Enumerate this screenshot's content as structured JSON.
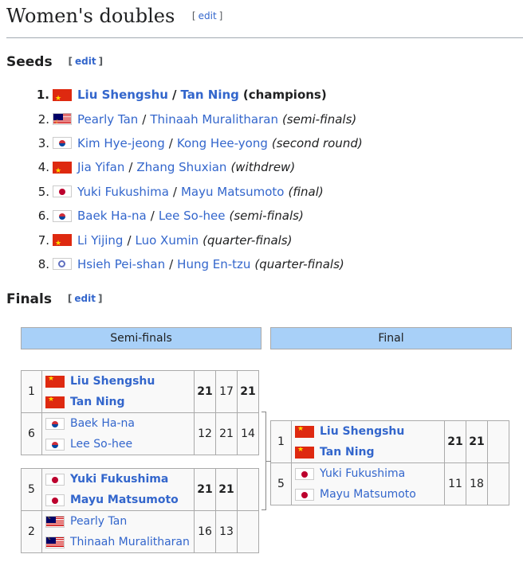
{
  "section_title": "Women's doubles",
  "edit_label": "edit",
  "seeds_title": "Seeds",
  "seeds": [
    {
      "num": "1.",
      "flag": "cn",
      "p1": "Liu Shengshu",
      "p2": "Tan Ning",
      "result": "(champions)",
      "bold": true
    },
    {
      "num": "2.",
      "flag": "my",
      "p1": "Pearly Tan",
      "p2": "Thinaah Muralitharan",
      "result": "(semi-finals)",
      "bold": false
    },
    {
      "num": "3.",
      "flag": "kr",
      "p1": "Kim Hye-jeong",
      "p2": "Kong Hee-yong",
      "result": "(second round)",
      "bold": false
    },
    {
      "num": "4.",
      "flag": "cn",
      "p1": "Jia Yifan",
      "p2": "Zhang Shuxian",
      "result": "(withdrew)",
      "bold": false
    },
    {
      "num": "5.",
      "flag": "jp",
      "p1": "Yuki Fukushima",
      "p2": "Mayu Matsumoto",
      "result": "(final)",
      "bold": false
    },
    {
      "num": "6.",
      "flag": "kr",
      "p1": "Baek Ha-na",
      "p2": "Lee So-hee",
      "result": "(semi-finals)",
      "bold": false
    },
    {
      "num": "7.",
      "flag": "cn",
      "p1": "Li Yijing",
      "p2": "Luo Xumin",
      "result": "(quarter-finals)",
      "bold": false
    },
    {
      "num": "8.",
      "flag": "tpe",
      "p1": "Hsieh Pei-shan",
      "p2": "Hung En-tzu",
      "result": "(quarter-finals)",
      "bold": false
    }
  ],
  "finals_title": "Finals",
  "bracket": {
    "rounds": [
      "Semi-finals",
      "Final"
    ],
    "semi1": {
      "top": {
        "seed": "1",
        "flag": "cn",
        "p1": "Liu Shengshu",
        "p2": "Tan Ning",
        "scores": [
          "21",
          "17",
          "21"
        ],
        "win": true,
        "wins": [
          true,
          false,
          true
        ]
      },
      "bottom": {
        "seed": "6",
        "flag": "kr",
        "p1": "Baek Ha-na",
        "p2": "Lee So-hee",
        "scores": [
          "12",
          "21",
          "14"
        ],
        "win": false,
        "wins": [
          false,
          true,
          false
        ]
      }
    },
    "semi2": {
      "top": {
        "seed": "5",
        "flag": "jp",
        "p1": "Yuki Fukushima",
        "p2": "Mayu Matsumoto",
        "scores": [
          "21",
          "21",
          ""
        ],
        "win": true,
        "wins": [
          true,
          true,
          false
        ]
      },
      "bottom": {
        "seed": "2",
        "flag": "my",
        "p1": "Pearly Tan",
        "p2": "Thinaah Muralitharan",
        "scores": [
          "16",
          "13",
          ""
        ],
        "win": false,
        "wins": [
          false,
          false,
          false
        ]
      }
    },
    "final": {
      "top": {
        "seed": "1",
        "flag": "cn",
        "p1": "Liu Shengshu",
        "p2": "Tan Ning",
        "scores": [
          "21",
          "21",
          ""
        ],
        "win": true,
        "wins": [
          true,
          true,
          false
        ]
      },
      "bottom": {
        "seed": "5",
        "flag": "jp",
        "p1": "Yuki Fukushima",
        "p2": "Mayu Matsumoto",
        "scores": [
          "11",
          "18",
          ""
        ],
        "win": false,
        "wins": [
          false,
          false,
          false
        ]
      }
    }
  }
}
